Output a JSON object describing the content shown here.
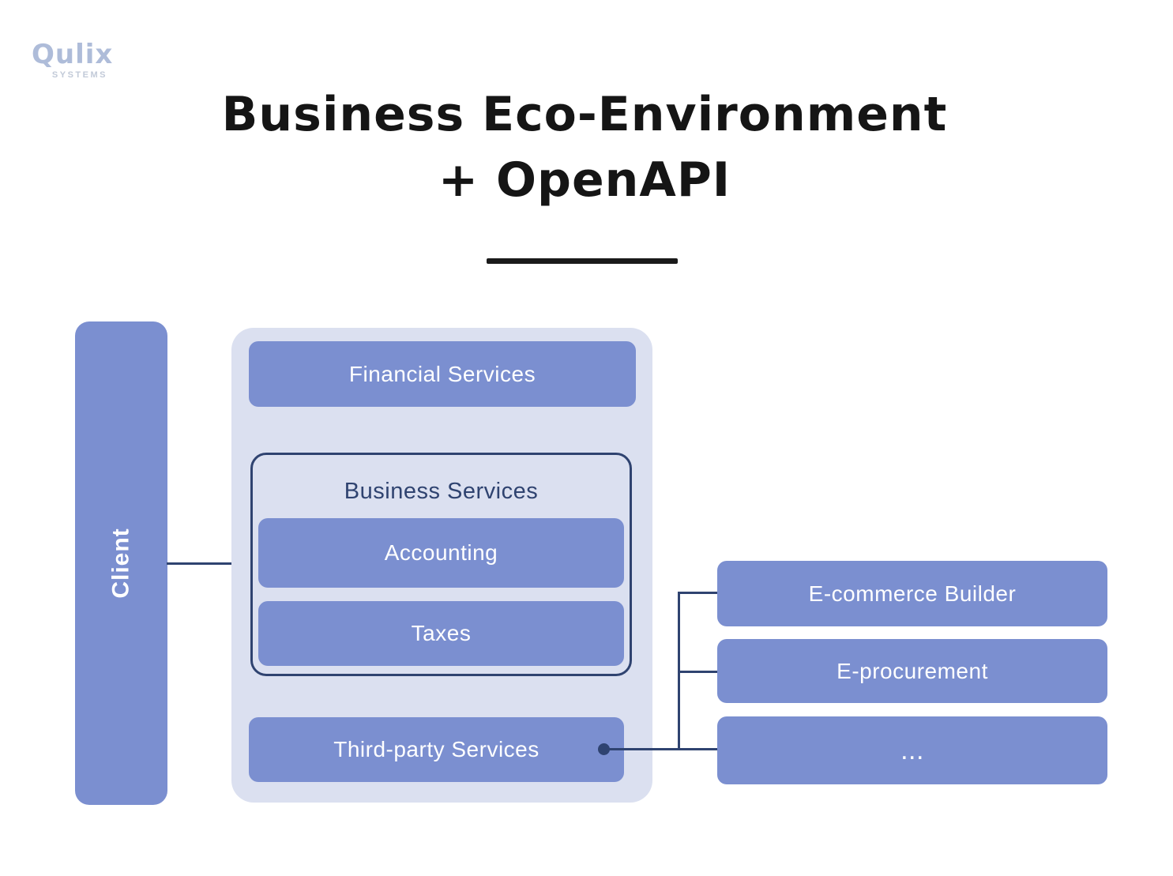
{
  "logo": {
    "brand": "Qulix",
    "sub": "SYSTEMS"
  },
  "title": {
    "line1": "Business Eco-Environment",
    "line2": "+ OpenAPI"
  },
  "client": {
    "label": "Client"
  },
  "eco_container": {
    "financial_services": "Financial Services",
    "business_services": {
      "label": "Business Services",
      "items": [
        "Accounting",
        "Taxes"
      ]
    },
    "third_party_services": "Third-party Services"
  },
  "external_services": [
    "E-commerce Builder",
    "E-procurement",
    "..."
  ],
  "colors": {
    "node_fill": "#7b8fd0",
    "container_fill": "#dbe0f0",
    "outline_navy": "#2f4370",
    "title_text": "#151515",
    "logo_blue": "#aebcd9"
  }
}
